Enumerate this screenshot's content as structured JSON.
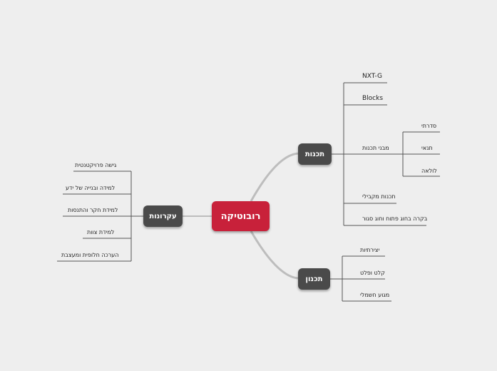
{
  "root": "רובוטיקה",
  "branches": {
    "programming": {
      "label": "תכנות",
      "items": [
        "NXT-G",
        "Blocks",
        "מבני תכנות",
        "תכנות מקבילי",
        "בקרה בחוג פתוח וחוג סגור"
      ],
      "sub": [
        "סדרתי",
        "תנאי",
        "לולאה"
      ]
    },
    "design": {
      "label": "תכנון",
      "items": [
        "יצירתיות",
        "קלט ופלט",
        "מגוע חשמלי"
      ]
    },
    "principles": {
      "label": "עקרונות",
      "items": [
        "גישה פרויקטנטית",
        "למידה ובנייה של ידע",
        "למידת חקר והתנסות",
        "למידת צוות",
        "הערכה חלופית ומעצבת"
      ]
    }
  }
}
